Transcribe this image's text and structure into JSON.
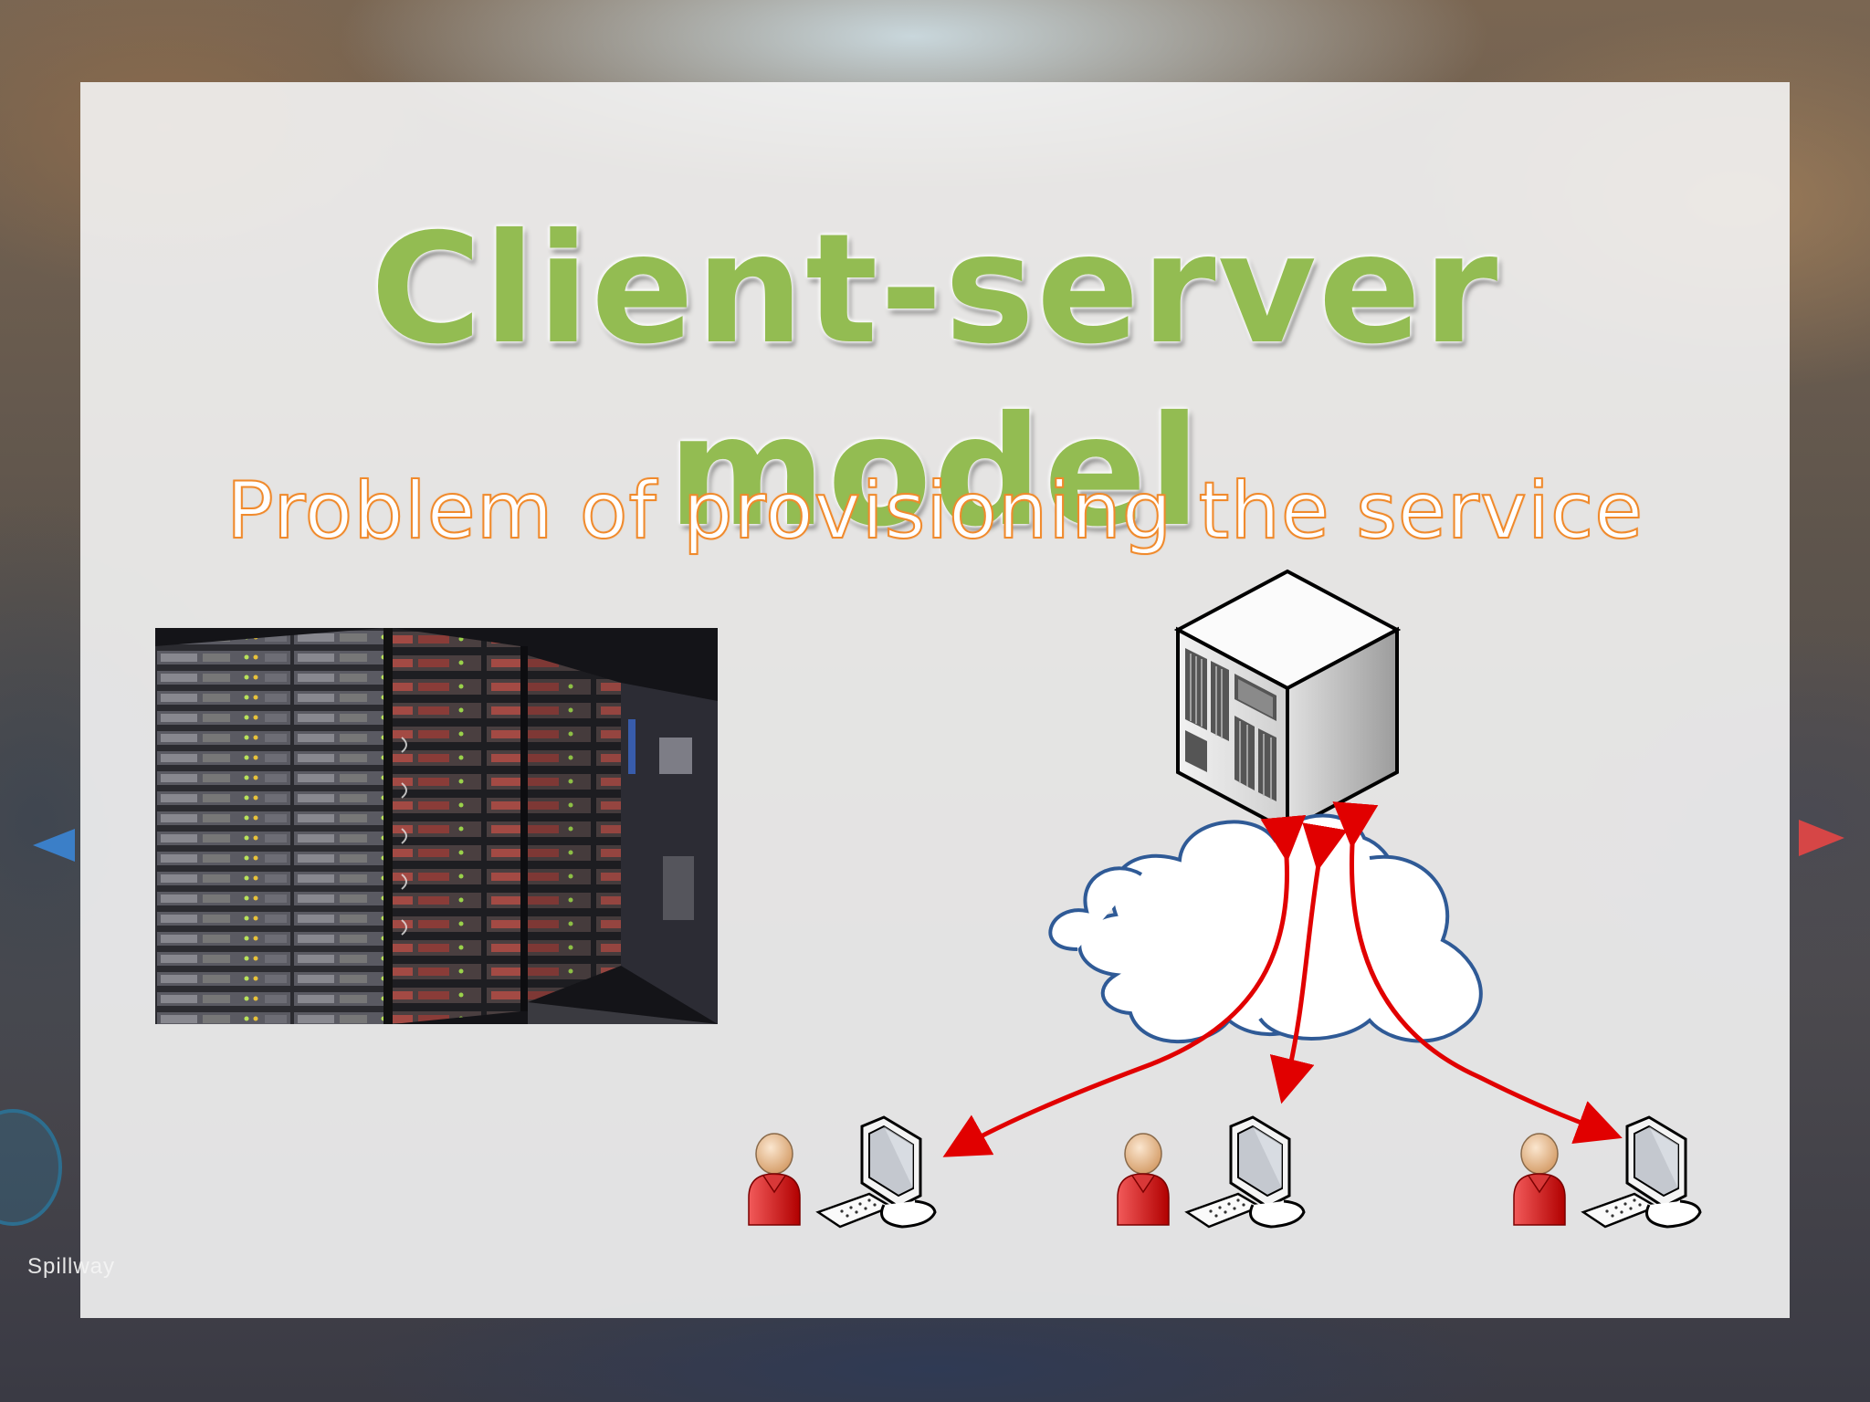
{
  "slide": {
    "title": "Client-server model",
    "subtitle": "Problem of provisioning the service"
  },
  "background": {
    "hud_location_label": "Spillway"
  },
  "diagram": {
    "server_icon": "server-tower-icon",
    "network_icon": "cloud-icon",
    "client_icon": "user-with-computer-icon",
    "client_count": 3,
    "arrow_color": "#e10000",
    "title_color": "#93bc52",
    "subtitle_outline_color": "#f08a2c"
  },
  "photo": {
    "subject": "data-center-server-racks-photo"
  }
}
